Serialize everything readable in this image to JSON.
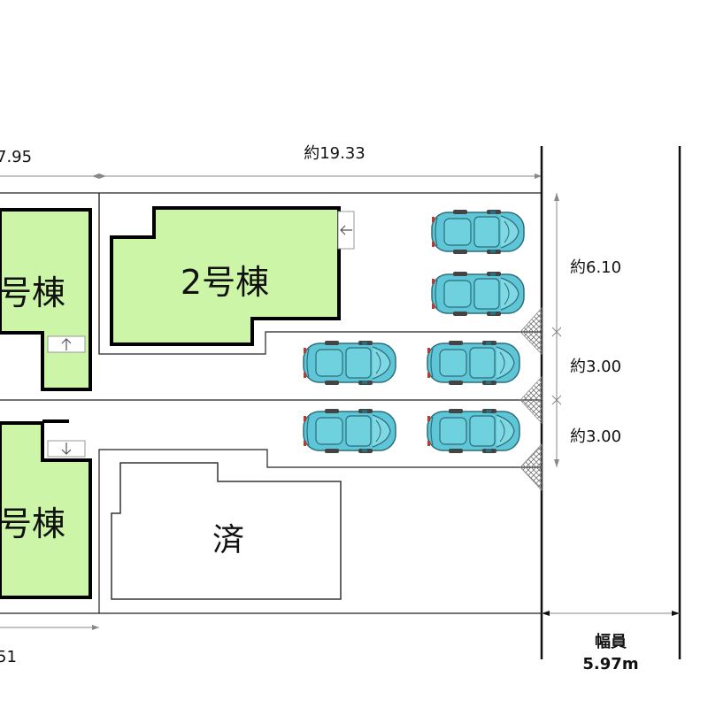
{
  "dimensions": {
    "top_left_width": "7.95",
    "top_right_width": "約19.33",
    "bottom_left_width": "51",
    "right_depth_1": "約6.10",
    "right_depth_2": "約3.00",
    "right_depth_3": "約3.00"
  },
  "road": {
    "label": "幅員",
    "width": "5.97m"
  },
  "buildings": {
    "b1_label": "号棟",
    "b2_label": "2号棟",
    "b3_label": "号棟",
    "b4_label": "済"
  },
  "colors": {
    "lot_fill": "#ccf5a8",
    "car_body": "#5ec6d6",
    "outline": "#000000"
  },
  "icons": {
    "entrance": "arrow-icon",
    "car": "car-icon"
  },
  "car_count": 6
}
